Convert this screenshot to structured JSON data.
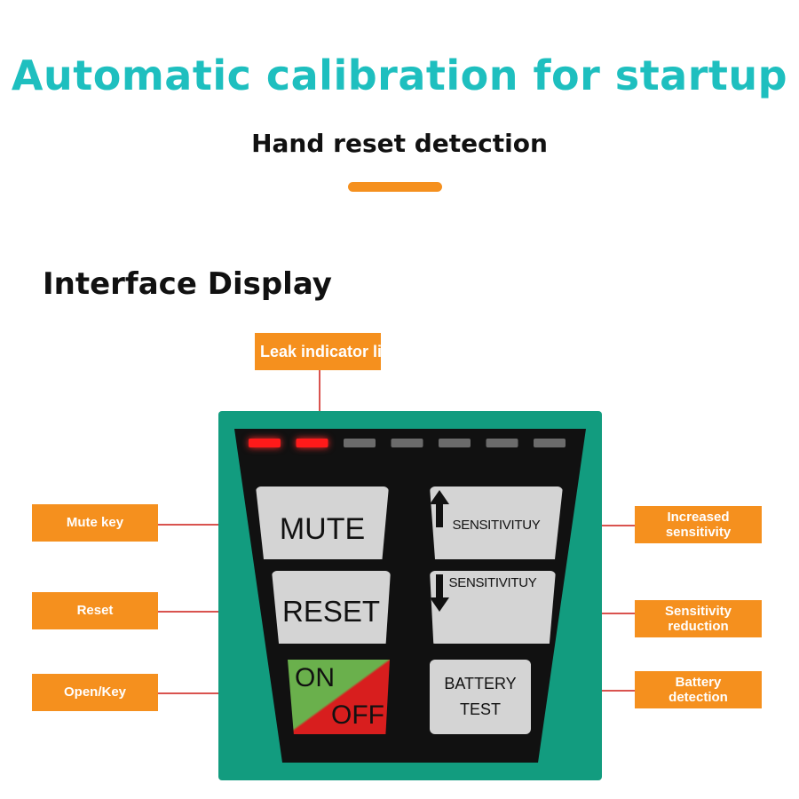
{
  "header": {
    "title": "Automatic calibration for startup",
    "subtitle": "Hand reset detection"
  },
  "section": {
    "title": "Interface Display"
  },
  "colors": {
    "title": "#1ebfbf",
    "accent": "#f5901e",
    "panel": "#129c7f",
    "faceplate": "#111111",
    "led_on": "#ff1a1a",
    "led_off": "#6b6b6b",
    "key": "#d4d4d4",
    "on_green": "#6ab04c",
    "off_red": "#d81e1e",
    "leader": "#d9534f"
  },
  "callouts": {
    "leak_indicator": "Leak indicator light",
    "mute": "Mute key",
    "reset": "Reset",
    "open": "Open/Key",
    "increase": [
      "Increased",
      "sensitivity"
    ],
    "decrease": [
      "Sensitivity",
      "reduction"
    ],
    "battery": [
      "Battery",
      "detection"
    ]
  },
  "indicator": {
    "lit_count": 2,
    "total_count": 7
  },
  "keys": {
    "mute": "MUTE",
    "reset": "RESET",
    "on": "ON",
    "off": "OFF",
    "sensitivity_up": "SENSITIVITUY",
    "sensitivity_down": "SENSITIVITUY",
    "battery": [
      "BATTERY",
      "TEST"
    ],
    "up_icon": "arrow-up-icon",
    "down_icon": "arrow-down-icon"
  }
}
